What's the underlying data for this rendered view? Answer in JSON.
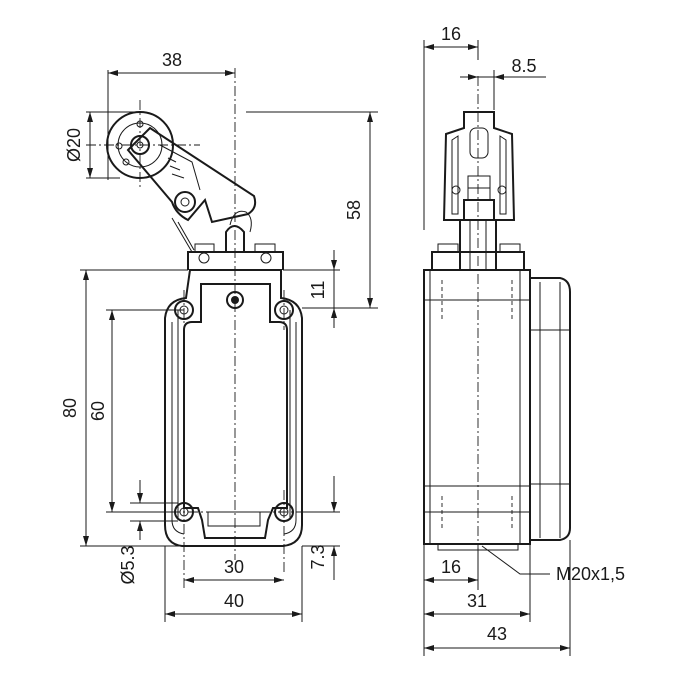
{
  "front_view": {
    "dims": {
      "roller_offset": "38",
      "roller_diameter": "Ø20",
      "lever_height": "58",
      "mount_offset": "11",
      "body_height": "80",
      "hole_pitch_v": "60",
      "hole_diameter": "Ø5.3",
      "hole_pitch_h": "30",
      "body_width": "40",
      "hole_edge": "7.3"
    }
  },
  "side_view": {
    "dims": {
      "top_width": "16",
      "lever_width": "8.5",
      "conduit_offset": "16",
      "depth_body": "31",
      "depth_total": "43",
      "thread": "M20x1,5"
    }
  }
}
